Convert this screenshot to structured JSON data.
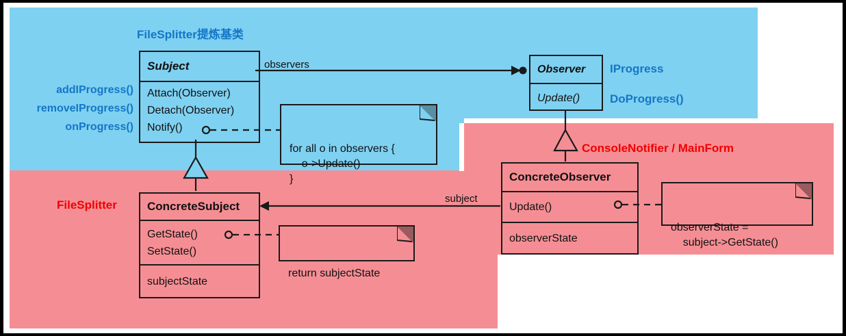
{
  "diagram": {
    "title": "Observer Pattern UML with FileSplitter annotations",
    "colors": {
      "blue_region": "#7fd1f2",
      "pink_region": "#f58e94",
      "blue_text": "#1476c6",
      "red_text": "#f00000",
      "line": "#1a1a1a"
    },
    "regions": [
      {
        "name": "abstraction-region",
        "color": "#7fd1f2",
        "label": "FileSplitter提炼基类"
      },
      {
        "name": "implementation-region-left",
        "color": "#f58e94",
        "label": "FileSplitter"
      },
      {
        "name": "implementation-region-right",
        "color": "#f58e94",
        "label": "ConsoleNotifier / MainForm"
      }
    ]
  },
  "annotations": {
    "blue_title": "FileSplitter提炼基类",
    "subject_methods": [
      "addIProgress()",
      "removeIProgress()",
      "onProgress()"
    ],
    "observer_name": "IProgress",
    "observer_method": "DoProgress()",
    "concrete_subject_label": "FileSplitter",
    "concrete_observer_label": "ConsoleNotifier / MainForm"
  },
  "classes": {
    "subject": {
      "name": "Subject",
      "italic": true,
      "methods": [
        "Attach(Observer)",
        "Detach(Observer)",
        "Notify()"
      ]
    },
    "observer": {
      "name": "Observer",
      "italic": true,
      "methods": [
        "Update()"
      ]
    },
    "concrete_subject": {
      "name": "ConcreteSubject",
      "italic": false,
      "methods": [
        "GetState()",
        "SetState()"
      ],
      "attributes": [
        "subjectState"
      ]
    },
    "concrete_observer": {
      "name": "ConcreteObserver",
      "italic": false,
      "methods": [
        "Update()"
      ],
      "attributes": [
        "observerState"
      ]
    }
  },
  "notes": {
    "notify_note": "for all o in observers {\n    o->Update()\n}",
    "getstate_note": "return subjectState",
    "update_note": "observerState =\n    subject->GetState()"
  },
  "edge_labels": {
    "observers": "observers",
    "subject": "subject"
  }
}
